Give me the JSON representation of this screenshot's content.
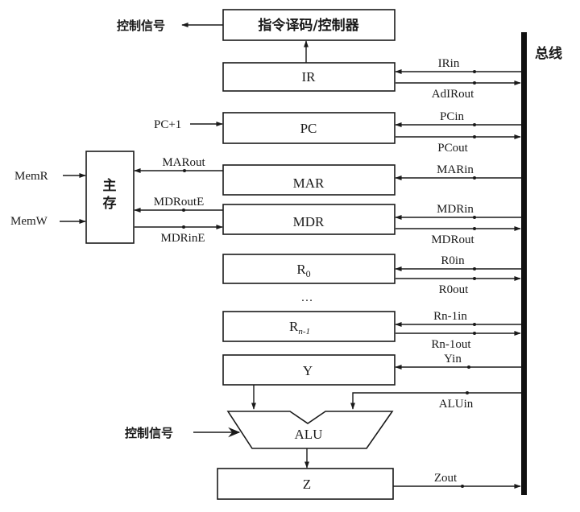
{
  "diagram": {
    "bus_label": "总线",
    "decoder": {
      "label": "指令译码/控制器",
      "output_label": "控制信号"
    },
    "memory": {
      "label_line1": "主",
      "label_line2": "存",
      "inputs": [
        "MemR",
        "MemW"
      ]
    },
    "registers": {
      "IR": {
        "label": "IR",
        "in": "IRin",
        "out": "AdIRout"
      },
      "PC": {
        "label": "PC",
        "in": "PCin",
        "out": "PCout",
        "side_input": "PC+1"
      },
      "MAR": {
        "label": "MAR",
        "in": "MARin",
        "mem_out": "MARout"
      },
      "MDR": {
        "label": "MDR",
        "in": "MDRin",
        "out": "MDRout",
        "mem_out": "MDRoutE",
        "mem_in": "MDRinE"
      },
      "R0": {
        "label_main": "R",
        "label_sub": "0",
        "in": "R0in",
        "out": "R0out"
      },
      "Rn1": {
        "label_main": "R",
        "label_sub": "n-1",
        "in": "Rn-1in",
        "out": "Rn-1out"
      },
      "Y": {
        "label": "Y",
        "in": "Yin"
      },
      "Z": {
        "label": "Z",
        "out": "Zout"
      }
    },
    "ellipsis": "…",
    "alu": {
      "label": "ALU",
      "bus_input": "ALUin",
      "control_label": "控制信号"
    }
  }
}
